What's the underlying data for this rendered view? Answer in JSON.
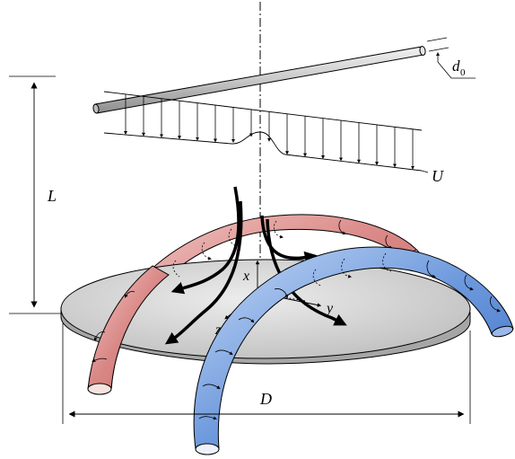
{
  "labels": {
    "wire_diameter": "d",
    "wire_diameter_sub": "0",
    "distance": "L",
    "velocity": "U",
    "disk_diameter": "D",
    "axis_x": "x",
    "axis_y": "y",
    "axis_z": "z"
  },
  "colors": {
    "wire_fill": "#d4d4d4",
    "disk_top": "#d6d6d6",
    "disk_edge": "#a8a8a8",
    "red_vortex": "#d37a78",
    "red_vortex_light": "#f2c9c6",
    "blue_vortex": "#3f78cf",
    "blue_vortex_light": "#b8d0f2",
    "arrows": "#000000"
  }
}
